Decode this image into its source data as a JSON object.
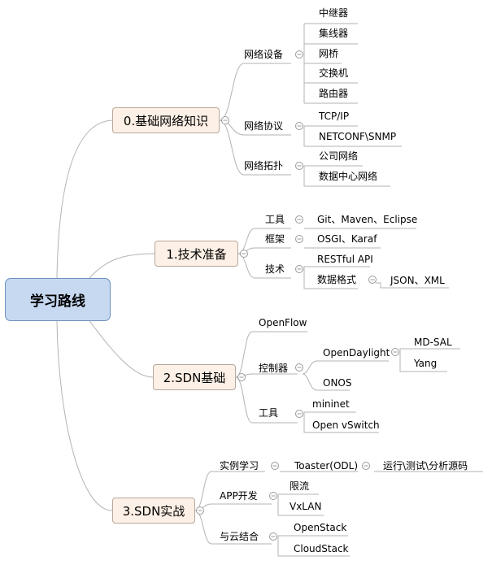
{
  "root": "学习路线",
  "branches": [
    {
      "label": "0.基础网络知识",
      "children": [
        {
          "label": "网络设备",
          "children": [
            "中继器",
            "集线器",
            "网桥",
            "交换机",
            "路由器"
          ]
        },
        {
          "label": "网络协议",
          "children": [
            "TCP/IP",
            "NETCONF\\SNMP"
          ]
        },
        {
          "label": "网络拓扑",
          "children": [
            "公司网络",
            "数据中心网络"
          ]
        }
      ]
    },
    {
      "label": "1.技术准备",
      "children": [
        {
          "label": "工具",
          "children": [
            "Git、Maven、Eclipse"
          ]
        },
        {
          "label": "框架",
          "children": [
            "OSGI、Karaf"
          ]
        },
        {
          "label": "技术",
          "children": [
            "RESTful API",
            "数据格式",
            "JSON、XML"
          ]
        }
      ]
    },
    {
      "label": "2.SDN基础",
      "children": [
        {
          "label": "OpenFlow"
        },
        {
          "label": "控制器",
          "children": [
            "OpenDaylight",
            "MD-SAL",
            "Yang",
            "ONOS"
          ]
        },
        {
          "label": "工具",
          "children": [
            "mininet",
            "Open vSwitch"
          ]
        }
      ]
    },
    {
      "label": "3.SDN实战",
      "children": [
        {
          "label": "实例学习",
          "children": [
            "Toaster(ODL)",
            "运行\\测试\\分析源码"
          ]
        },
        {
          "label": "APP开发",
          "children": [
            "限流",
            "VxLAN"
          ]
        },
        {
          "label": "与云结合",
          "children": [
            "OpenStack",
            "CloudStack"
          ]
        }
      ]
    }
  ]
}
